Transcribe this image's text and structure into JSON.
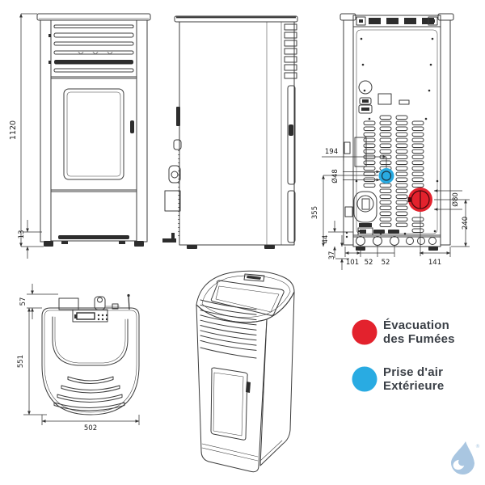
{
  "views": {
    "front": {
      "dims": {
        "height": "1120",
        "foot": "13"
      }
    },
    "rear": {
      "dims": {
        "air_offset": "194",
        "air_diameter": "Ø48",
        "air_height": "355",
        "h44": "44",
        "h37": "37",
        "w101": "101",
        "w52a": "52",
        "w52b": "52",
        "w141": "141",
        "flue_diameter": "Ø80",
        "flue_height": "240"
      }
    },
    "top": {
      "dims": {
        "rear_depth": "57",
        "depth": "551",
        "width": "502"
      }
    }
  },
  "legend": {
    "items": [
      {
        "id": "flue",
        "color": "#e3222d",
        "line1": "Évacuation",
        "line2": "des Fumées"
      },
      {
        "id": "air",
        "color": "#29abe2",
        "line1": "Prise d'air",
        "line2": "Extérieure"
      }
    ]
  },
  "logo": {
    "mark": "®",
    "color": "#a9c6e1"
  },
  "colors": {
    "flue": "#e3222d",
    "air": "#29abe2",
    "line": "#3c3c3c",
    "dim_text": "#1b1b1b",
    "legend_text": "#3b4047",
    "logo": "#a9c6e1",
    "background": "#ffffff"
  }
}
